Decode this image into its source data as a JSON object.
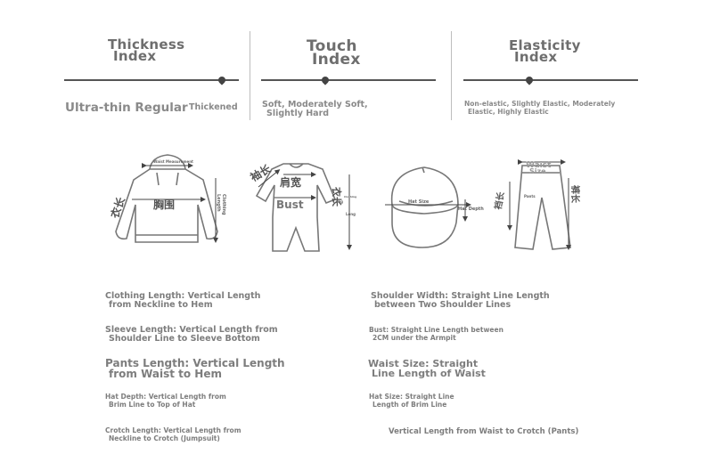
{
  "indices": [
    {
      "title_line1": "Thickness",
      "title_line2": "Index",
      "options_text": [
        "Ultra-thin Regular",
        "Thickened"
      ]
    },
    {
      "title_line1": "Touch",
      "title_line2": "Index",
      "options_text": [
        "Soft, Moderately Soft,",
        "Slightly Hard"
      ]
    },
    {
      "title_line1": "Elasticity",
      "title_line2": "Index",
      "options_text": [
        "Non-elastic, Slightly Elastic, Moderately",
        "Elastic, Highly Elastic"
      ]
    }
  ],
  "diagram_labels": {
    "hoodie": {
      "top": "Waist Measurement",
      "chest": "胸围",
      "sleeve": "衣长",
      "length_line1": "Clothing",
      "length_line2": "Length"
    },
    "jumpsuit": {
      "sleeve": "袖长",
      "shoulder": "肩宽",
      "bust": "Bust",
      "length": "衣长",
      "side_line1": "Long",
      "side_line2": "Clothing",
      "side_line3": "Long"
    },
    "cap": {
      "hat_size": "Hat Size",
      "hat_depth": "Hat Depth"
    },
    "pants": {
      "waist": "Waist",
      "size": "Size",
      "pants": "Pants",
      "left": "裆长",
      "right": "裤长"
    }
  },
  "descriptions": [
    {
      "line1": "Clothing Length: Vertical Length",
      "line2": "from Neckline to Hem"
    },
    {
      "line1": "Shoulder Width: Straight Line Length",
      "line2": "between Two Shoulder Lines"
    },
    {
      "line1": "Sleeve Length: Vertical Length from",
      "line2": "Shoulder Line to Sleeve Bottom"
    },
    {
      "line1": "Bust: Straight Line Length between",
      "line2": "2CM under the Armpit"
    },
    {
      "line1": "Pants Length: Vertical Length",
      "line2": "from Waist to Hem"
    },
    {
      "line1": "Waist Size: Straight",
      "line2": "Line Length of Waist"
    },
    {
      "line1": "Hat Depth: Vertical Length from",
      "line2": "Brim Line to Top of Hat"
    },
    {
      "line1": "Hat Size: Straight Line",
      "line2": "Length of Brim Line"
    },
    {
      "line1": "Crotch Length: Vertical Length from",
      "line2": "Neckline to Crotch (Jumpsuit)"
    },
    {
      "line1": "Vertical Length from Waist to Crotch (Pants)",
      "line2": ""
    }
  ]
}
